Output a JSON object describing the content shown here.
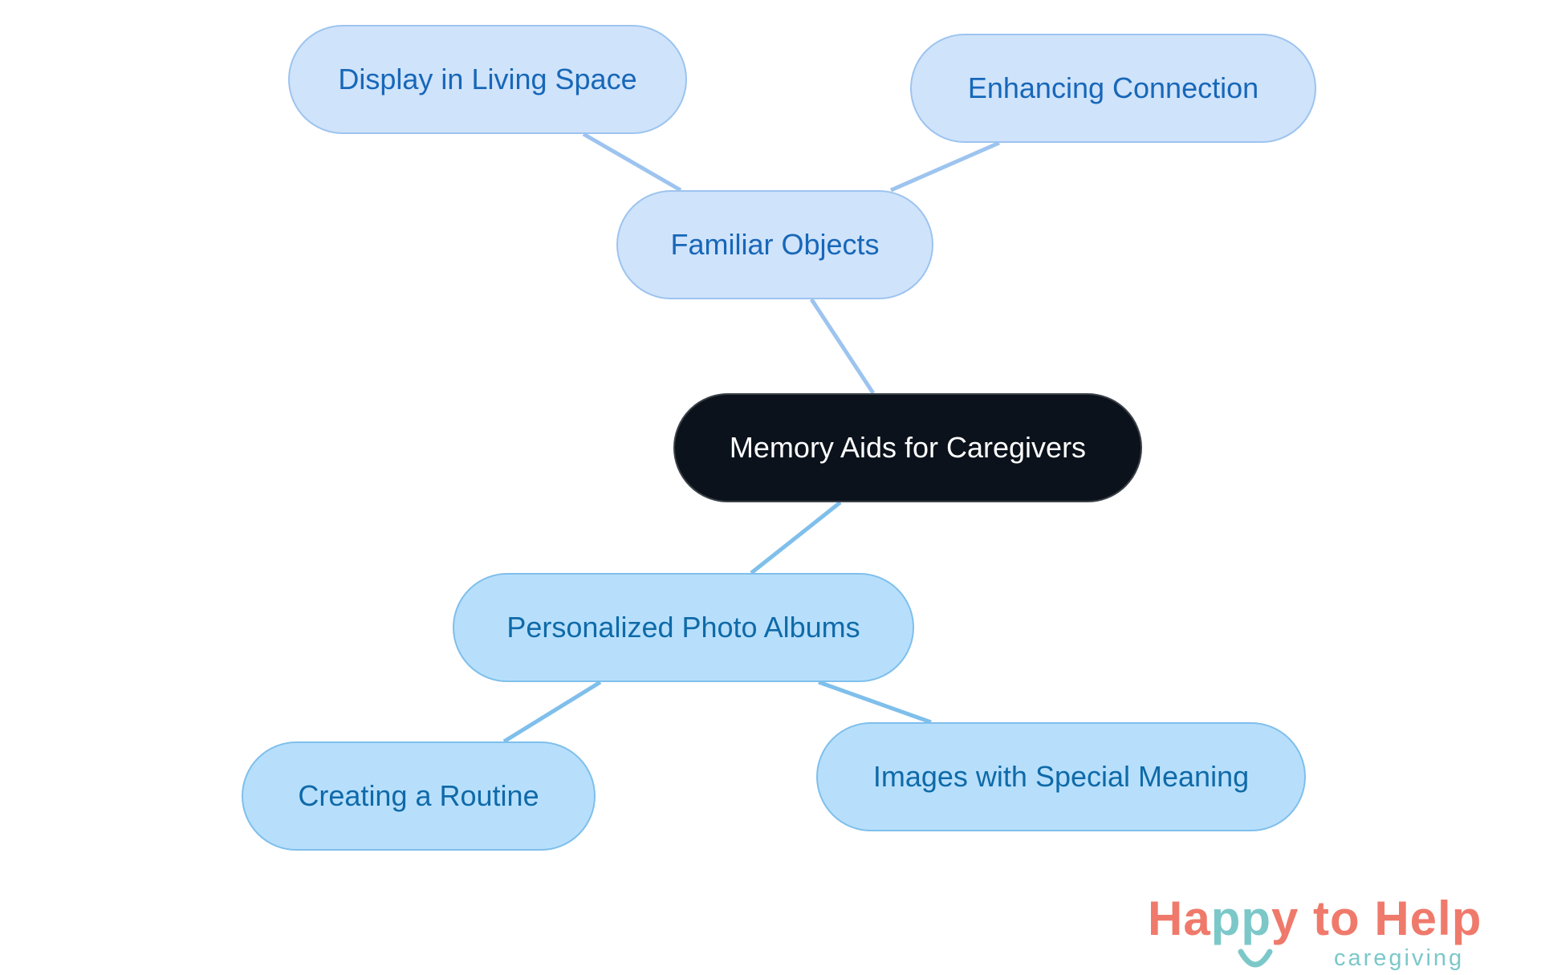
{
  "diagram": {
    "root": {
      "label": "Memory Aids for Caregivers"
    },
    "branches": [
      {
        "label": "Familiar Objects",
        "children": [
          {
            "label": "Display in Living Space"
          },
          {
            "label": "Enhancing Connection"
          }
        ]
      },
      {
        "label": "Personalized Photo Albums",
        "children": [
          {
            "label": "Creating a Routine"
          },
          {
            "label": "Images with Special Meaning"
          }
        ]
      }
    ]
  },
  "logo": {
    "title_start": "Ha",
    "title_pp": "pp",
    "title_end": "y to Help",
    "subtitle": "caregiving"
  },
  "colors": {
    "root_fill": "#0b121b",
    "branch_a_fill": "#cfe3fb",
    "branch_a_text": "#1767b8",
    "branch_a_line": "#9dc4ef",
    "branch_b_fill": "#b7dffc",
    "branch_b_text": "#0f6aa8",
    "branch_b_line": "#7fbfeb",
    "logo_coral": "#ef7a6b",
    "logo_teal": "#7cc8c9"
  }
}
